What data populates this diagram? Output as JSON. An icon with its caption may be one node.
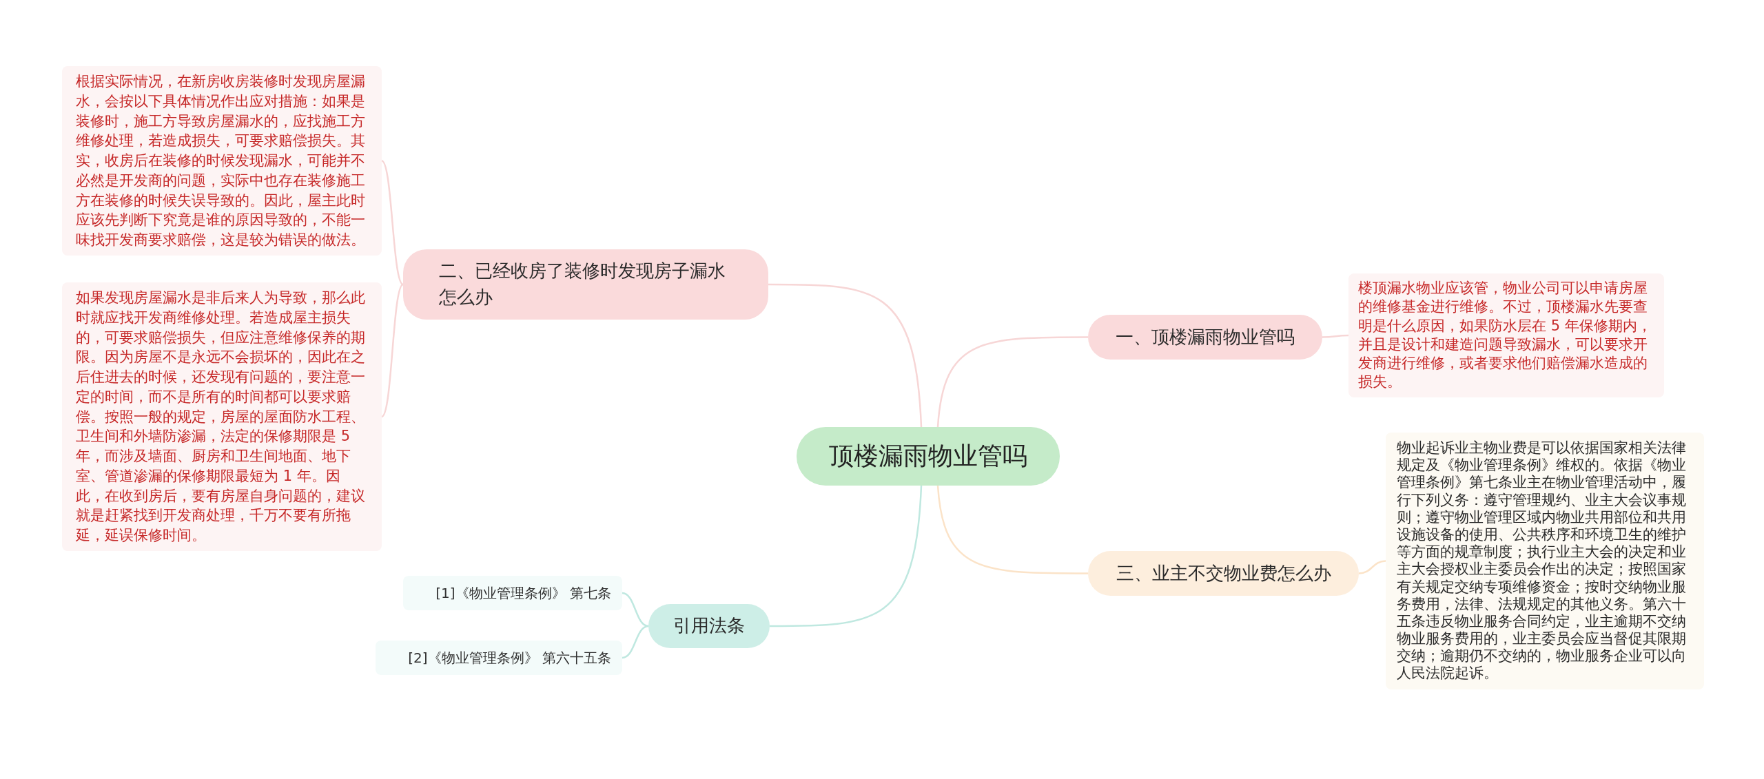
{
  "diagram": {
    "nodes": [
      {
        "text": [
          "顶楼漏雨物业管吗"
        ]
      },
      {
        "text": [
          "二、已经收房了装修时发现房子漏水怎么办"
        ]
      },
      {
        "text": [
          "根据实际情况，在新房收房装修时发现房屋漏水，会按以下具体情况作出应对措施：如果是装修时，施工方导致房屋漏水的，应找施工方维修处理，若造成损失，可要求赔偿损失。其实，收房后在装修的时候发现漏水，可能并不必然是开发商的问题，实际中也存在装修施工方在装修的时候失误导致的。因此，屋主此时应该先判断下究竟是谁的原因导致的，不能一味找开发商要求赔偿，这是较为错误的做法。"
        ]
      },
      {
        "text": [
          "如果发现房屋漏水是非后来人为导致，那么此时就应找开发商维修处理。若造成屋主损失的，可要求赔偿损失，但应注意维修保养的期限。因为房屋不是永远不会损坏的，因此在之后住进去的时候，还发现有问题的，要注意一定的时间，而不是所有的时间都可以要求赔偿。按照一般的规定，房屋的屋面防水工程、卫生间和外墙防渗漏，法定的保修期限是 5 年，而涉及墙面、厨房和卫生间地面、地下室、管道渗漏的保修期限最短为 1 年。因此，在收到房后，要有房屋自身问题的，建议就是赶紧找到开发商处理，千万不要有所拖延，延误保修时间。"
        ]
      },
      {
        "text": [
          "引用法条"
        ]
      },
      {
        "text": [
          "[1]《物业管理条例》 第七条"
        ]
      },
      {
        "text": [
          "[2]《物业管理条例》 第六十五条"
        ]
      },
      {
        "text": [
          "一、顶楼漏雨物业管吗"
        ]
      },
      {
        "text": [
          "楼顶漏水物业应该管，物业公司可以申请房屋的维修基金进行维修。不过，顶楼漏水先要查明是什么原因，如果防水层在 5 年保修期内，并且是设计和建造问题导致漏水，可以要求开发商进行维修，或者要求他们赔偿漏水造成的损失。"
        ]
      },
      {
        "text": [
          "三、业主不交物业费怎么办"
        ]
      },
      {
        "text": [
          "物业起诉业主物业费是可以依据国家相关法律规定及《物业管理条例》维权的。依据《物业管理条例》第七条业主在物业管理活动中，履行下列义务：遵守管理规约、业主大会议事规则；遵守物业管理区域内物业共用部位和共用设施设备的使用、公共秩序和环境卫生的维护等方面的规章制度；执行业主大会的决定和业主大会授权业主委员会作出的决定；按照国家有关规定交纳专项维修资金；按时交纳物业服务费用，法律、法规规定的其他义务。第六十五条违反物业服务合同约定，业主逾期不交纳物业服务费用的，业主委员会应当督促其限期交纳；逾期仍不交纳的，物业服务企业可以向人民法院起诉。"
        ]
      }
    ],
    "edges": [
      {
        "from": 0,
        "to": 1,
        "arrow": "none"
      },
      {
        "from": 1,
        "to": 2,
        "arrow": "none"
      },
      {
        "from": 1,
        "to": 3,
        "arrow": "none"
      },
      {
        "from": 0,
        "to": 4,
        "arrow": "none",
        "color": "#bfe8e0"
      },
      {
        "from": 4,
        "to": 5,
        "arrow": "none",
        "color": "#bfe8e0"
      },
      {
        "from": 4,
        "to": 6,
        "arrow": "none",
        "color": "#bfe8e0"
      },
      {
        "from": 0,
        "to": 7,
        "arrow": "none"
      },
      {
        "from": 7,
        "to": 8,
        "arrow": "none"
      },
      {
        "from": 0,
        "to": 9,
        "arrow": "none",
        "color": "#fbe3c8"
      },
      {
        "from": 9,
        "to": 10,
        "arrow": "none",
        "color": "#fbe3c8"
      }
    ]
  }
}
